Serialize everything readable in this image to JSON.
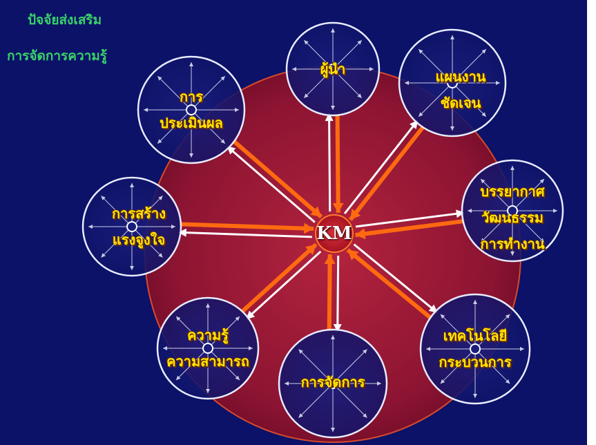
{
  "title": [
    "ปัจจัยส่งเสริม",
    "การจัดการความรู้"
  ],
  "center": "KM",
  "nodes": [
    {
      "id": "leader",
      "lines": [
        "ผู้นำ"
      ]
    },
    {
      "id": "plan",
      "lines": [
        "แผนงาน",
        "ชัดเจน"
      ]
    },
    {
      "id": "culture",
      "lines": [
        "บรรยากาศ",
        "วัฒนธรรม",
        "การทำงาน"
      ]
    },
    {
      "id": "tech",
      "lines": [
        "เทคโนโลยี",
        "กระบวนการ"
      ]
    },
    {
      "id": "management",
      "lines": [
        "การจัดการ"
      ]
    },
    {
      "id": "knowledge",
      "lines": [
        "ความรู้",
        "ความสามารถ"
      ]
    },
    {
      "id": "motivation",
      "lines": [
        "การสร้าง",
        "แรงจูงใจ"
      ]
    },
    {
      "id": "evaluation",
      "lines": [
        "การ",
        "ประเมินผล"
      ]
    }
  ],
  "colors": {
    "background": "#0b1268",
    "title": "#39d26a",
    "label": "#ffe600",
    "arrow_orange": "#ff6a10",
    "arrow_white": "#ffffff",
    "disc": "#a01830"
  }
}
